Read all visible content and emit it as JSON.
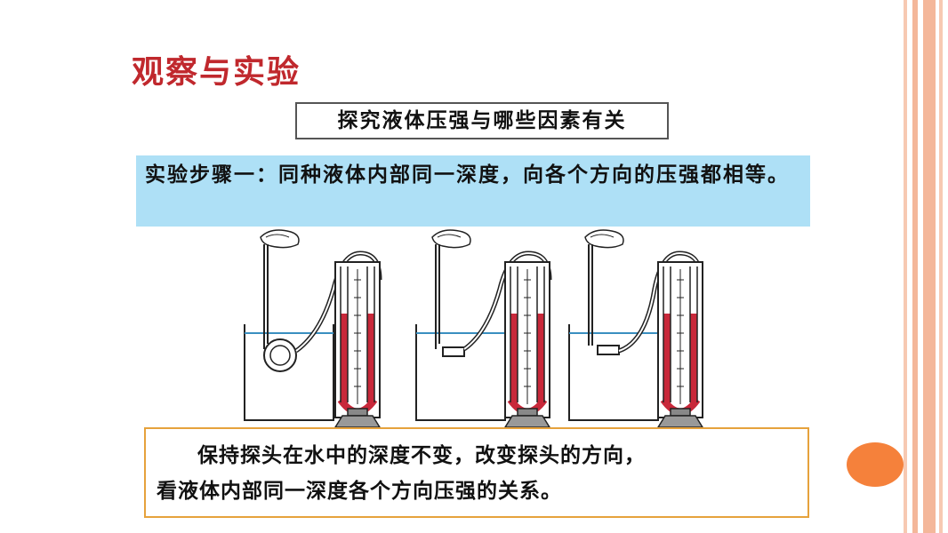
{
  "slide": {
    "title": "观察与实验",
    "topic": "探究液体压强与哪些因素有关",
    "step_text": "实验步骤一：同种液体内部同一深度，向各个方向的压强都相等。",
    "note_line1": "保持探头在水中的深度不变，改变探头的方向，",
    "note_line2": "看液体内部同一深度各个方向压强的关系。"
  },
  "colors": {
    "title": "#c0282d",
    "step_bg": "#aee0f6",
    "note_border": "#e6a23c",
    "accent_dot": "#f5813b",
    "liquid": "#c8283a",
    "stripe": "#f4b79a"
  },
  "figure": {
    "panels": [
      {
        "probe": "facing-side"
      },
      {
        "probe": "facing-up"
      },
      {
        "probe": "facing-down"
      }
    ]
  }
}
